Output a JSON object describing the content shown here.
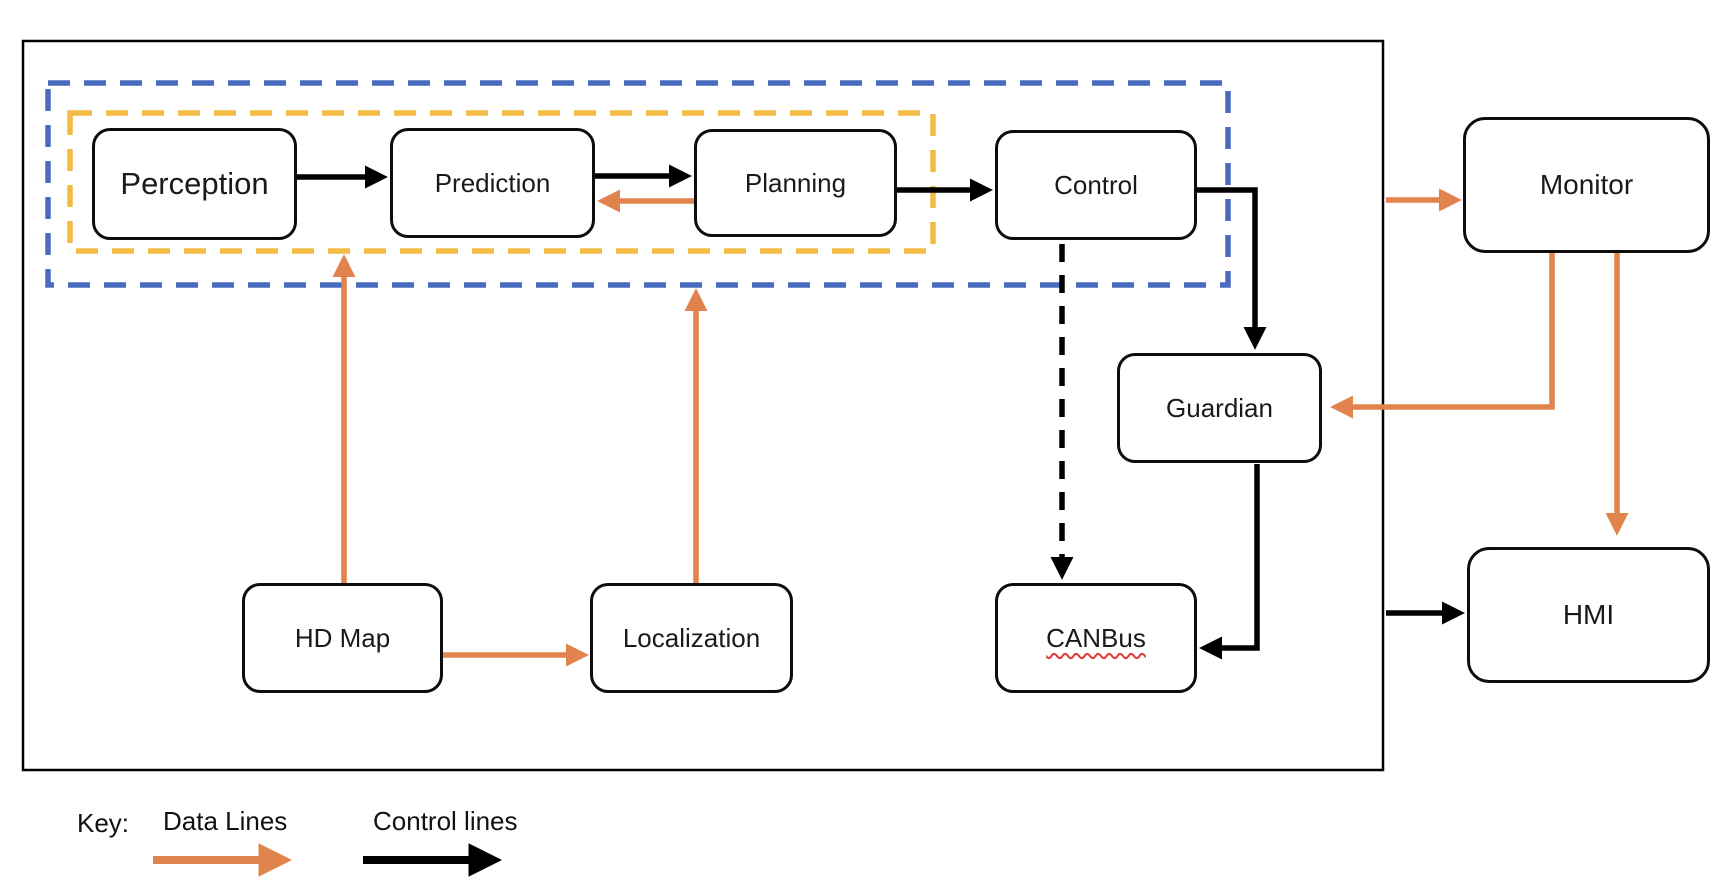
{
  "modules": {
    "perception": "Perception",
    "prediction": "Prediction",
    "planning": "Planning",
    "control": "Control",
    "monitor": "Monitor",
    "guardian": "Guardian",
    "canbus": "CANBus",
    "hdmap": "HD Map",
    "localization": "Localization",
    "hmi": "HMI"
  },
  "legend": {
    "key_label": "Key:",
    "items": [
      {
        "label": "Data Lines",
        "color": "#E0834C"
      },
      {
        "label": "Control lines",
        "color": "#000000"
      }
    ]
  },
  "colors": {
    "data_line_orange": "#E0834C",
    "control_line_black": "#000000",
    "outer_group_dashed_blue": "#4A6CBE",
    "inner_group_dashed_yellow": "#F3BC45",
    "box_border": "#0D0D0D",
    "background": "#FFFFFF",
    "spellcheck_red": "#E03C31"
  }
}
